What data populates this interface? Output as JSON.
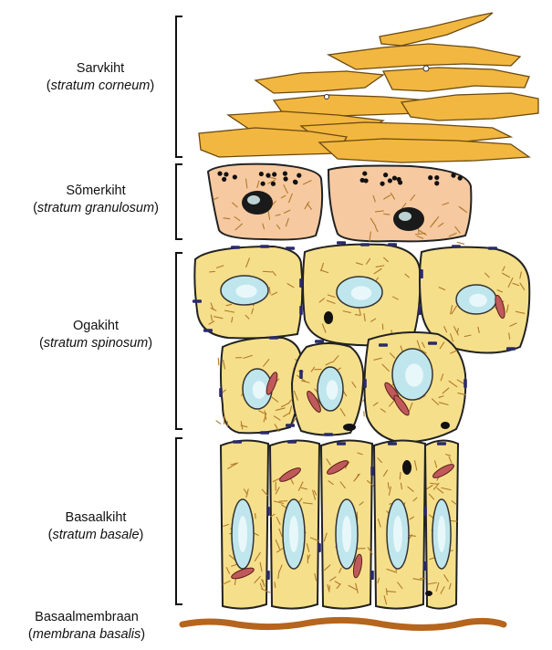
{
  "layers": [
    {
      "id": "corneum",
      "name": "Sarvkiht",
      "latin": "stratum corneum"
    },
    {
      "id": "granulosum",
      "name": "Sõmerkiht",
      "latin": "stratum granulosum"
    },
    {
      "id": "spinosum",
      "name": "Ogakiht",
      "latin": "stratum spinosum"
    },
    {
      "id": "basale",
      "name": "Basaalkiht",
      "latin": "stratum basale"
    },
    {
      "id": "membrane",
      "name": "Basaalmembraan",
      "latin": "membrana basalis"
    }
  ],
  "colors": {
    "keratin": "#f2b740",
    "cell_fill": "#f6df8a",
    "granular_fill": "#f6c9a0",
    "nucleus": "#bfe6ec",
    "mitochondria": "#c05a5a",
    "filaments": "#b07a2a",
    "desmosome": "#2a2a6a",
    "membrane": "#b5651d"
  }
}
